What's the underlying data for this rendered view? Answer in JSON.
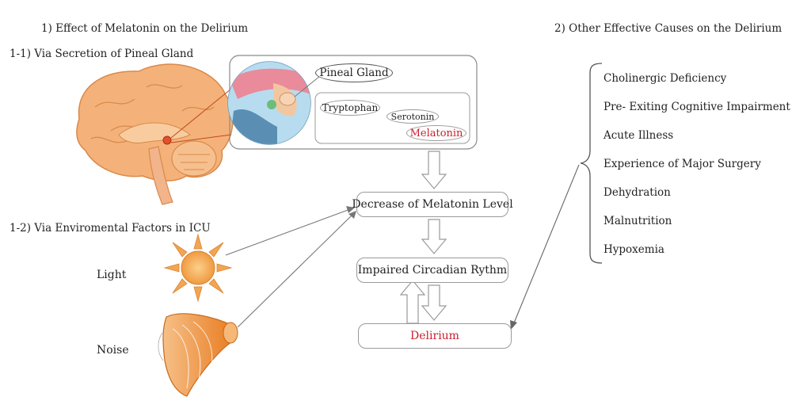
{
  "section1": {
    "title": "1) Effect of Melatonin on the Delirium",
    "sub1": "1-1) Via Secretion of Pineal Gland",
    "sub2": "1-2) Via Enviromental Factors in ICU"
  },
  "section2": {
    "title": "2) Other Effective Causes on the Delirium",
    "causes": [
      "Cholinergic Deficiency",
      "Pre- Exiting Cognitive Impairment",
      "Acute Illness",
      "Experience of Major Surgery",
      "Dehydration",
      "Malnutrition",
      "Hypoxemia"
    ]
  },
  "pineal": {
    "gland_label": "Pineal Gland",
    "tryptophan": "Tryptophan",
    "serotonin": "Serotonin",
    "melatonin": "Melatonin"
  },
  "env": {
    "light": "Light",
    "noise": "Noise"
  },
  "flow": {
    "decrease": "Decrease of Melatonin Level",
    "impaired": "Impaired Circadian Rythm",
    "delirium": "Delirium"
  },
  "colors": {
    "highlight": "#cc2030",
    "brain": "#f0a868",
    "sun": "#f5a04a",
    "cone": "#f08a30",
    "inset": "#6ab0d8"
  },
  "icons": [
    "brain-illustration",
    "pineal-inset",
    "sun-icon",
    "cone-speaker-icon"
  ]
}
